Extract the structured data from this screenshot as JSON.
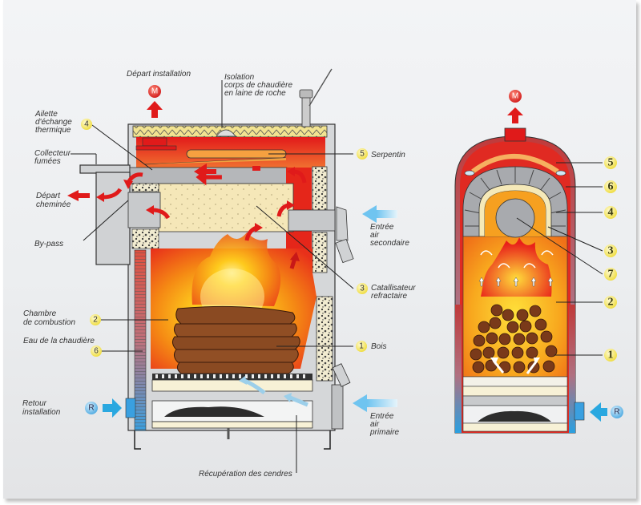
{
  "left_diagram": {
    "labels": {
      "depart_installation": "Départ installation",
      "isolation_l1": "Isolation",
      "isolation_l2": "corps de chaudière",
      "isolation_l3": "en laine de roche",
      "ailette_l1": "Ailette",
      "ailette_l2": "d'échange",
      "ailette_l3": "thermique",
      "collecteur_l1": "Collecteur",
      "collecteur_l2": "fumées",
      "depart_cheminee_l1": "Départ",
      "depart_cheminee_l2": "cheminée",
      "bypass": "By-pass",
      "chambre_l1": "Chambre",
      "chambre_l2": "de combustion",
      "eau": "Eau de la chaudière",
      "retour_l1": "Retour",
      "retour_l2": "installation",
      "serpentin": "Serpentin",
      "entree_sec_l1": "Entrée",
      "entree_sec_l2": "air",
      "entree_sec_l3": "secondaire",
      "catal_l1": "Catallisateur",
      "catal_l2": "refractaire",
      "bois": "Bois",
      "entree_prim_l1": "Entrée",
      "entree_prim_l2": "air",
      "entree_prim_l3": "primaire",
      "recuperation": "Récupération des cendres"
    },
    "markers": {
      "M": "M",
      "R": "R",
      "n4": "4",
      "n5": "5",
      "n3": "3",
      "n2": "2",
      "n6": "6",
      "n1": "1"
    }
  },
  "right_diagram": {
    "markers": {
      "M": "M",
      "R": "R",
      "n5": "5",
      "n6": "6",
      "n4": "4",
      "n3": "3",
      "n7": "7",
      "n2": "2",
      "n1": "1"
    }
  },
  "colors": {
    "outflow_red": "#e01a1a",
    "return_blue": "#29a8e0",
    "fire_orange": "#f59a1a",
    "insulation_yellow": "#f3e3a0",
    "wood_brown": "#8a4a22",
    "badge_yellow": "#f6ea5a",
    "panel_grey": "#eceef0"
  }
}
